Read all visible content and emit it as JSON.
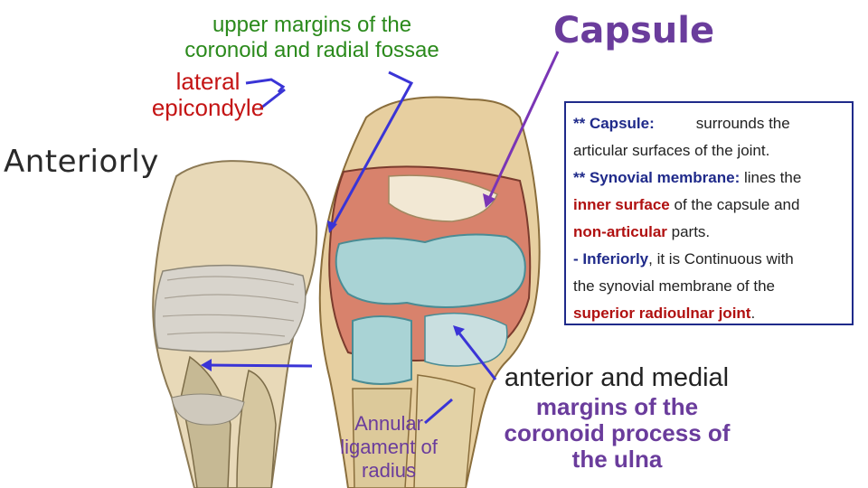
{
  "labels": {
    "upper_margins": "upper margins of the\ncoronoid and radial fossae",
    "lateral_epicondyle": "lateral\nepicondyle",
    "anteriorly": "Anteriorly",
    "capsule": "Capsule",
    "annular": "Annular\nligament of\nradius",
    "anterior_medial": "anterior and medial",
    "margins_coronoid": "margins of the\ncoronoid process of\nthe ulna"
  },
  "info": {
    "l1_b": "** Capsule:",
    "l1_t": "surrounds the",
    "l2_t": "articular surfaces of the joint.",
    "l3_b": "** Synovial membrane:",
    "l3_t": " lines the",
    "l4_r": "inner surface",
    "l4_t": " of the capsule and",
    "l5_r": "non-articular",
    "l5_t": " parts.",
    "l6_b": "- Inferiorly",
    "l6_t": ", it is Continuous with",
    "l7_t": "the synovial membrane of the",
    "l8_r": "superior radioulnar joint",
    "l8_t": "."
  },
  "colors": {
    "green": "#2b8a1c",
    "red": "#c41414",
    "purple": "#6a3c9c",
    "navy": "#1f2a8a",
    "arrow_blue": "#3a34d6",
    "arrow_purple": "#7a35b5"
  }
}
